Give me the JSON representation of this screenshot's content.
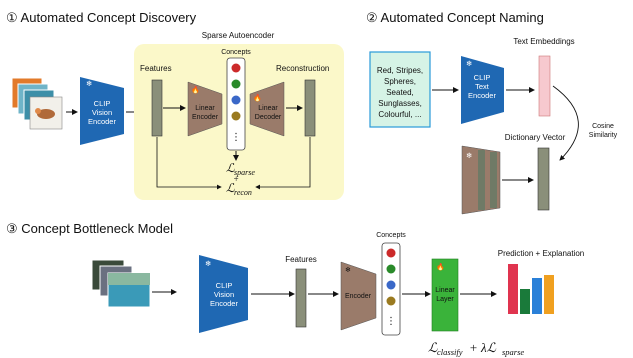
{
  "sections": {
    "s1": "① Automated Concept Discovery",
    "s2": "② Automated Concept Naming",
    "s3": "③ Concept Bottleneck Model"
  },
  "s1": {
    "sae_title": "Sparse Autoencoder",
    "features": "Features",
    "concepts": "Concepts",
    "reconstruction": "Reconstruction",
    "clip": [
      "CLIP",
      "Vision",
      "Encoder"
    ],
    "lin_enc": [
      "Linear",
      "Encoder"
    ],
    "lin_dec": [
      "Linear",
      "Decoder"
    ],
    "loss_sparse": "ℒ",
    "loss_sparse_sub": "sparse",
    "plus": "+",
    "loss_recon": "ℒ",
    "loss_recon_sub": "recon"
  },
  "s2": {
    "text_box": [
      "Red, Stripes,",
      "Spheres,",
      "Seated,",
      "Sunglasses,",
      "Colourful, ..."
    ],
    "clip_text": [
      "CLIP",
      "Text",
      "Encoder"
    ],
    "text_embeddings": "Text Embeddings",
    "dictionary_vector": "Dictionary Vector",
    "cosine": [
      "Cosine",
      "Similarity"
    ]
  },
  "s3": {
    "clip": [
      "CLIP",
      "Vision",
      "Encoder"
    ],
    "features": "Features",
    "concepts": "Concepts",
    "encoder": "Encoder",
    "linear_layer": [
      "Linear",
      "Layer"
    ],
    "prediction": "Prediction + Explanation",
    "loss": "ℒ",
    "loss_sub1": "classify",
    "loss_mid": " + λℒ",
    "loss_sub2": "sparse"
  },
  "icons": {
    "snowflake": "❄",
    "flame": "🔥",
    "ellipsis": "⋮"
  },
  "colors": {
    "clip_blue": "#1f68b3",
    "encoder_brown": "#9a7b6a",
    "feature_gray": "#8a8f7a",
    "linear_green": "#3ab33a",
    "sae_bg": "#fbf8c9",
    "concept_dots": [
      "#cc2a2a",
      "#2a8a2a",
      "#3a68c8",
      "#9a7a20"
    ],
    "pred_bars": [
      "#e0344f",
      "#1a7a3a",
      "#2a80d8",
      "#f0a020"
    ]
  },
  "chart_data": {
    "type": "bar",
    "categories": [
      "",
      "",
      "",
      ""
    ],
    "values": [
      1.0,
      0.5,
      0.72,
      0.78
    ],
    "title": "",
    "xlabel": "",
    "ylabel": ""
  }
}
